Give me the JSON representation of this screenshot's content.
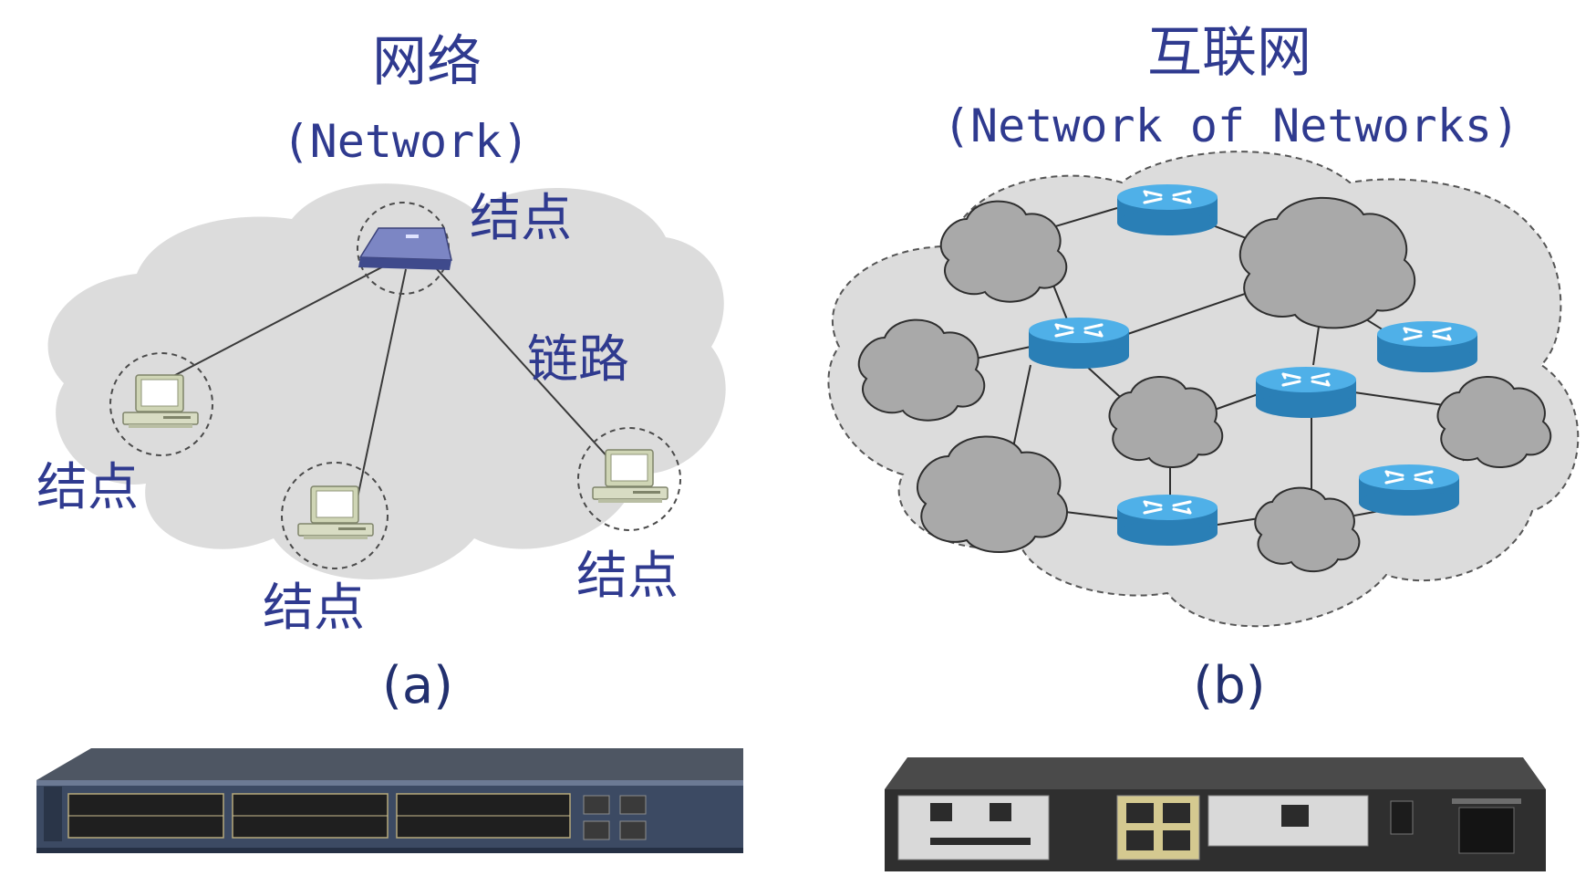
{
  "panel_a": {
    "title": "网络",
    "subtitle": "(Network)",
    "node_label": "结点",
    "link_label": "链路",
    "caption": "(a)"
  },
  "panel_b": {
    "title": "互联网",
    "subtitle": "(Network of Networks)",
    "caption": "(b)"
  },
  "colors": {
    "title_blue": "#2f3a8f",
    "cloud_light": "#dcdcdc",
    "cloud_dark": "#a9a9a9",
    "router_blue": "#2f94d0"
  },
  "icons": [
    "switch-icon",
    "computer-icon",
    "router-icon",
    "cloud-icon",
    "network-switch-photo",
    "router-back-panel-photo"
  ]
}
